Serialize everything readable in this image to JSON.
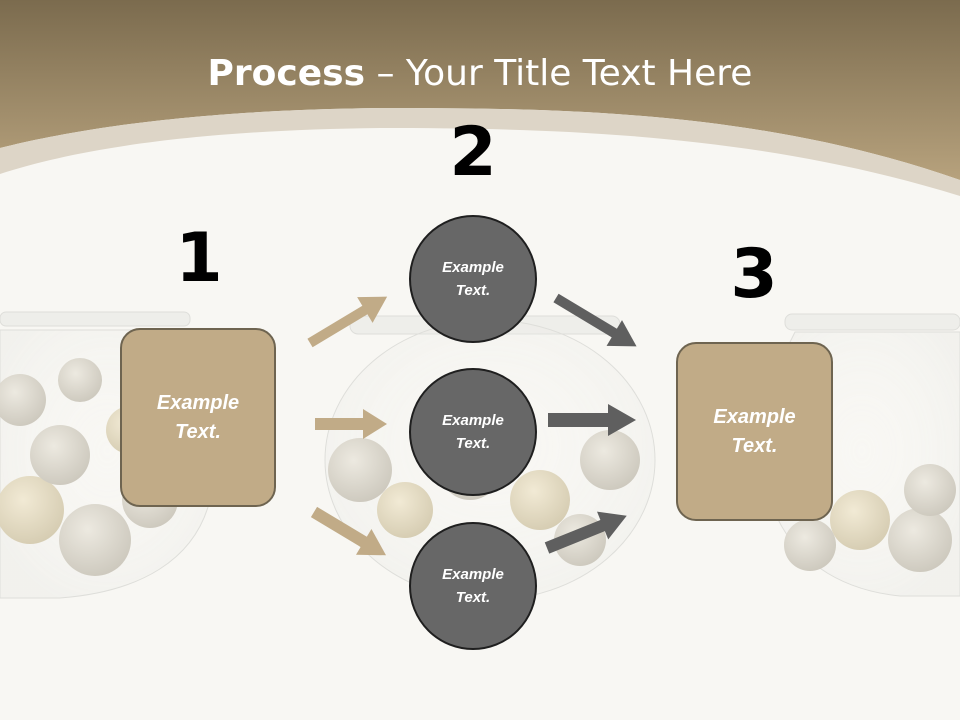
{
  "slide": {
    "title_bold": "Process",
    "title_rest": " – Your Title Text Here",
    "colors": {
      "header_dark": "#7c6c4f",
      "header_light": "#b9a47f",
      "box_fill": "#c1ab87",
      "box_border": "#6e6450",
      "circle_fill": "#676767",
      "circle_border": "#1f1f1f",
      "arrow_tan": "#c1ab87",
      "arrow_gray": "#5f5f5f"
    }
  },
  "steps": {
    "step1": {
      "number": "1",
      "text": "Example Text."
    },
    "step2": {
      "number": "2",
      "items": [
        {
          "text": "Example Text."
        },
        {
          "text": "Example Text."
        },
        {
          "text": "Example Text."
        }
      ]
    },
    "step3": {
      "number": "3",
      "text": "Example Text."
    }
  },
  "background": {
    "image": "glass-jars-with-coins"
  }
}
